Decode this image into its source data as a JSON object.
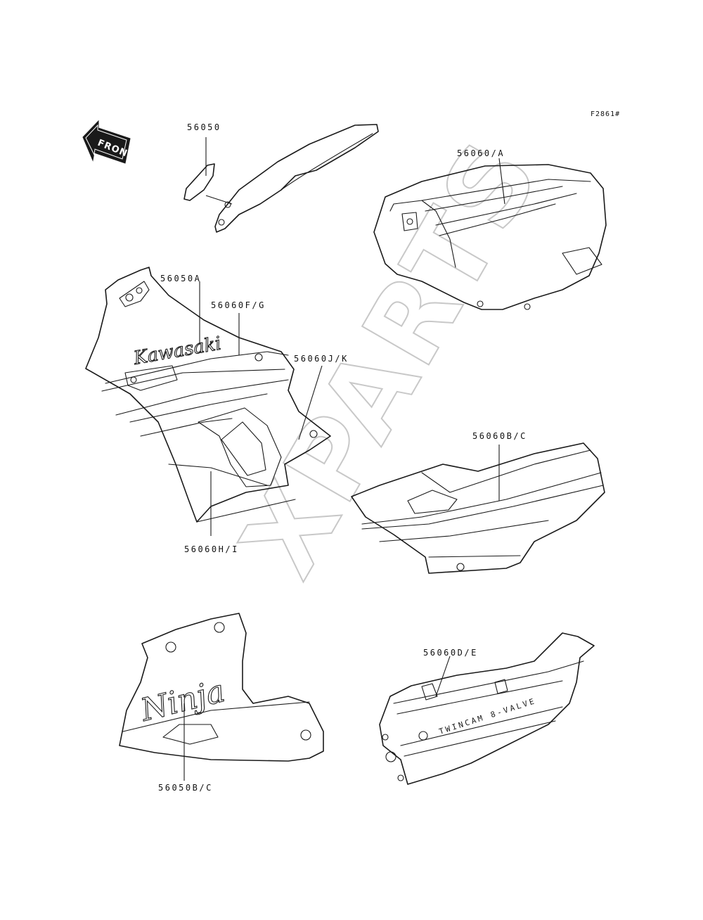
{
  "figure_ref": "F2861#",
  "front_label": "FRONT",
  "watermark": "XPARTS",
  "decals": {
    "kawasaki": "Kawasaki",
    "ninja": "Ninja",
    "twincam": "TWINCAM 8-VALVE"
  },
  "parts": [
    {
      "id": "p1",
      "number": "56050"
    },
    {
      "id": "p2",
      "number": "56060/A"
    },
    {
      "id": "p3",
      "number": "56050A"
    },
    {
      "id": "p4",
      "number": "56060F/G"
    },
    {
      "id": "p5",
      "number": "56060J/K"
    },
    {
      "id": "p6",
      "number": "56060H/I"
    },
    {
      "id": "p7",
      "number": "56060B/C"
    },
    {
      "id": "p8",
      "number": "56060D/E"
    },
    {
      "id": "p9",
      "number": "56050B/C"
    }
  ]
}
